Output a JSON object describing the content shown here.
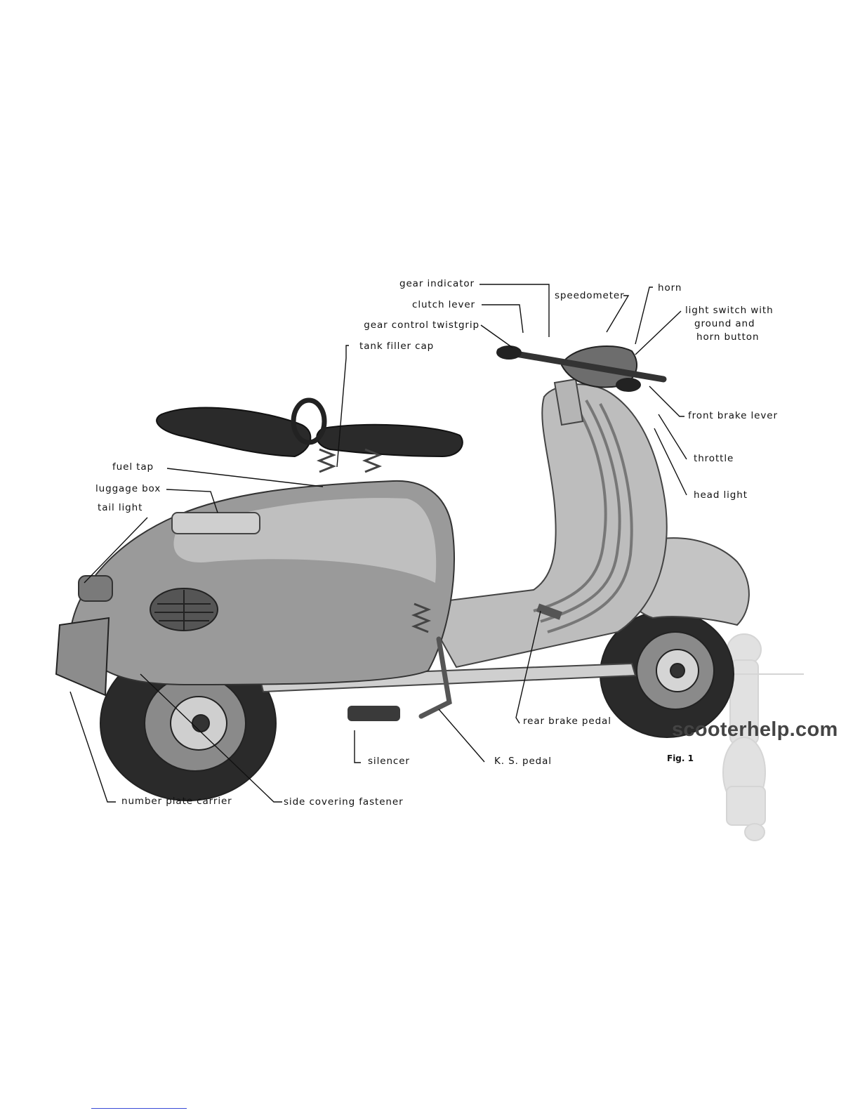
{
  "labels": {
    "gear_indicator": "gear indicator",
    "speedometer": "speedometer",
    "horn": "horn",
    "clutch_lever": "clutch lever",
    "light_switch": "light switch with",
    "light_switch_2": "ground and",
    "light_switch_3": "horn button",
    "gear_control": "gear control twistgrip",
    "tank_filler_cap": "tank filler cap",
    "front_brake_lever": "front brake lever",
    "throttle": "throttle",
    "fuel_tap": "fuel tap",
    "luggage_box": "luggage box",
    "tail_light": "tail light",
    "head_light": "head light",
    "rear_brake_pedal": "rear brake pedal",
    "silencer": "silencer",
    "ks_pedal": "K. S. pedal",
    "number_plate_carrier": "number plate carrier",
    "side_covering_fastener": "side covering fastener"
  },
  "figure_caption": "Fig. 1",
  "watermark": "scooterhelp.com"
}
